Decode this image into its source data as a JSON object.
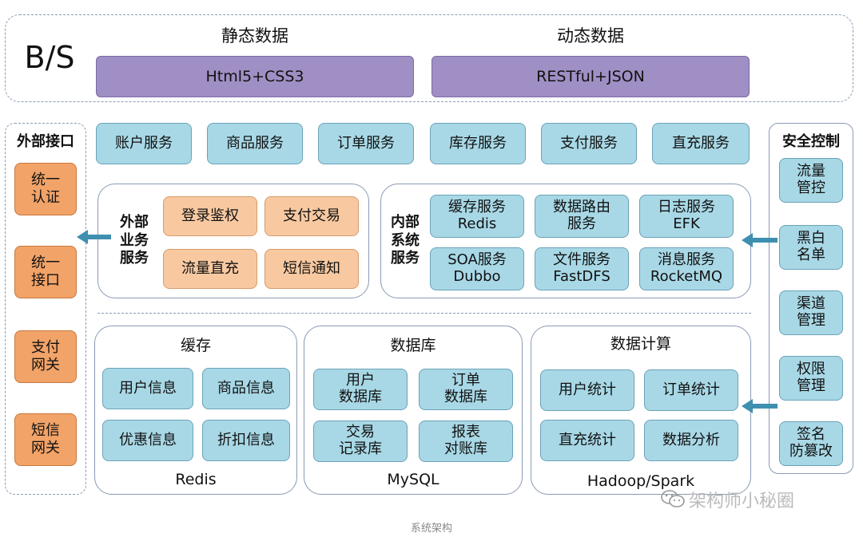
{
  "top": {
    "bs_label": "B/S",
    "static_title": "静态数据",
    "dynamic_title": "动态数据",
    "static_box": "Html5+CSS3",
    "dynamic_box": "RESTful+JSON"
  },
  "left": {
    "title": "外部接口",
    "items": [
      "统一\n认证",
      "统一\n接口",
      "支付\n网关",
      "短信\n网关"
    ]
  },
  "right": {
    "title": "安全控制",
    "items": [
      "流量\n管控",
      "黑白\n名单",
      "渠道\n管理",
      "权限\n管理",
      "签名\n防篡改"
    ]
  },
  "services": [
    "账户服务",
    "商品服务",
    "订单服务",
    "库存服务",
    "支付服务",
    "直充服务"
  ],
  "external": {
    "title": "外部\n业务\n服务",
    "items": [
      "登录鉴权",
      "支付交易",
      "流量直充",
      "短信通知"
    ]
  },
  "internal": {
    "title": "内部\n系统\n服务",
    "items": [
      "缓存服务\nRedis",
      "数据路由\n服务",
      "日志服务\nEFK",
      "SOA服务\nDubbo",
      "文件服务\nFastDFS",
      "消息服务\nRocketMQ"
    ]
  },
  "cache": {
    "title": "缓存",
    "footer": "Redis",
    "items": [
      "用户信息",
      "商品信息",
      "优惠信息",
      "折扣信息"
    ]
  },
  "database": {
    "title": "数据库",
    "footer": "MySQL",
    "items": [
      "用户\n数据库",
      "订单\n数据库",
      "交易\n记录库",
      "报表\n对账库"
    ]
  },
  "compute": {
    "title": "数据计算",
    "footer": "Hadoop/Spark",
    "items": [
      "用户统计",
      "订单统计",
      "直充统计",
      "数据分析"
    ]
  },
  "watermark": "架构师小秘圈",
  "caption": "系统架构",
  "colors": {
    "purple": "#a08fc4",
    "blue": "#a8d8e6",
    "light_orange": "#f8c9a1",
    "orange": "#f2a368",
    "arrow": "#3f8fb0"
  }
}
